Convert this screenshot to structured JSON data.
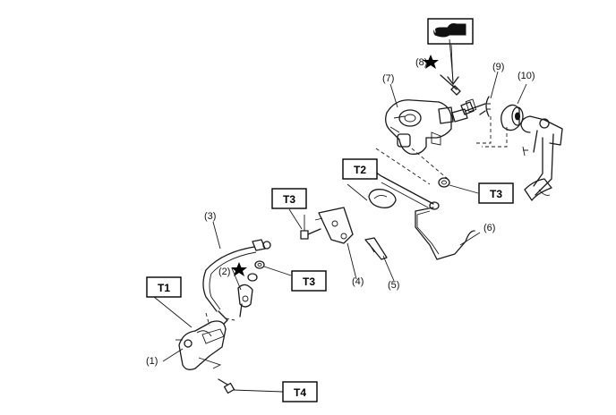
{
  "labels": {
    "part1": "(1)",
    "part2": "(2)",
    "part3": "(3)",
    "part4": "(4)",
    "part5": "(5)",
    "part6": "(6)",
    "part7": "(7)",
    "part8_upper": "(8)",
    "part9": "(9)",
    "part10": "(10)"
  },
  "torque": {
    "t1": "T1",
    "t2": "T2",
    "t3_upper": "T3",
    "t3_left": "T3",
    "t3_lower": "T3",
    "t4": "T4"
  },
  "icons": {
    "grease_symbol": "grease-symbol-icon",
    "star_marks": "star-icon"
  },
  "colors": {
    "ink": "#1a1a1a",
    "background": "#ffffff"
  }
}
